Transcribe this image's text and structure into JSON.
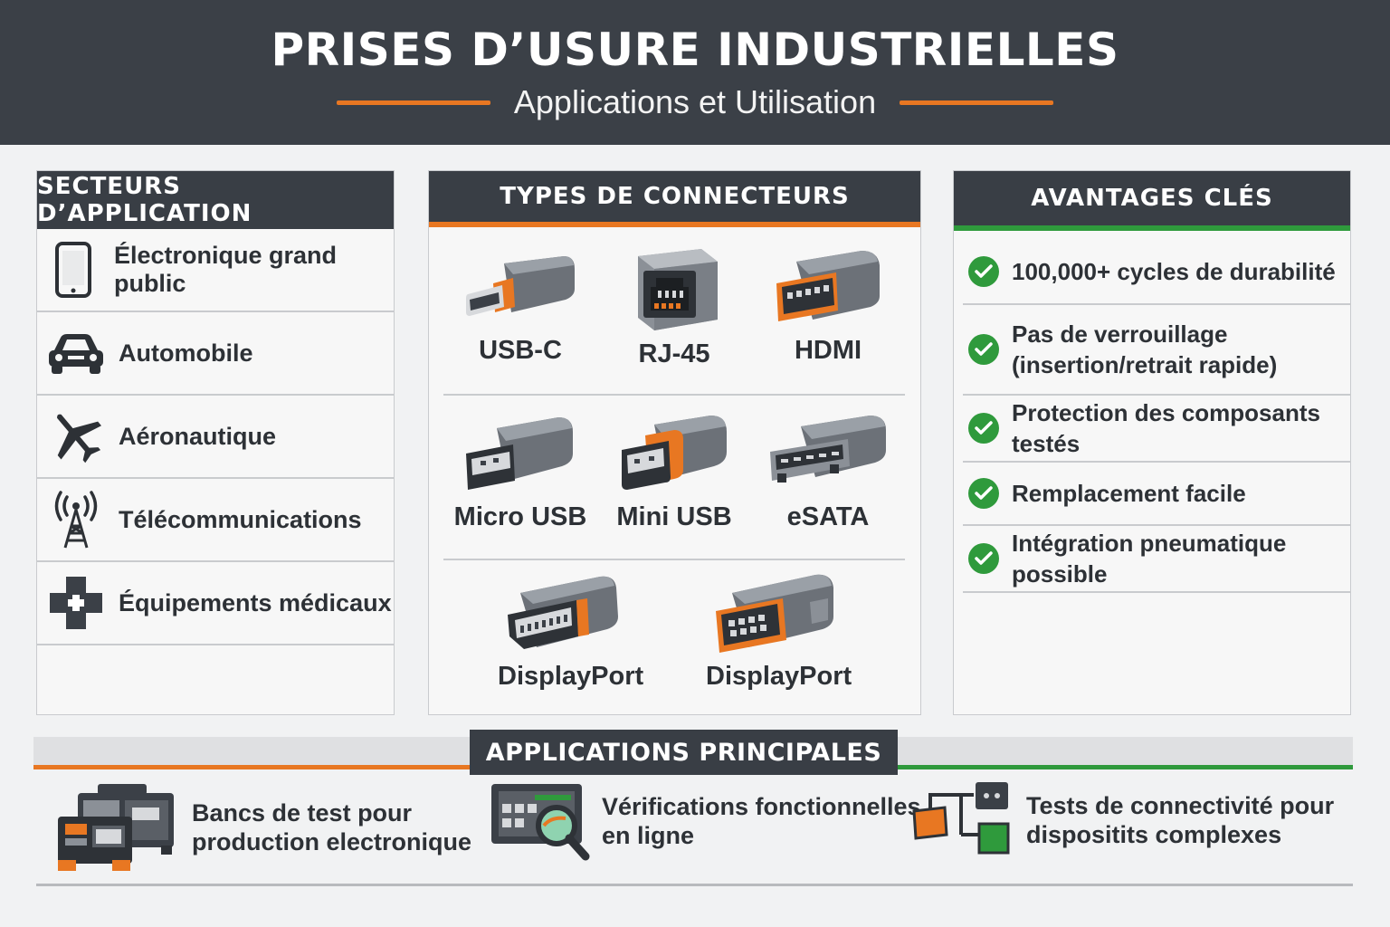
{
  "header": {
    "title": "PRISES D’USURE INDUSTRIELLES",
    "subtitle": "Applications et Utilisation"
  },
  "sectors": {
    "title": "SECTEURS D’APPLICATION",
    "items": [
      {
        "label": "Électronique grand public",
        "icon": "smartphone-icon"
      },
      {
        "label": "Automobile",
        "icon": "car-icon"
      },
      {
        "label": "Aéronautique",
        "icon": "airplane-icon"
      },
      {
        "label": "Télécommunications",
        "icon": "antenna-tower-icon"
      },
      {
        "label": "Équipements médicaux",
        "icon": "medical-cross-icon"
      }
    ]
  },
  "connectors": {
    "title": "TYPES DE CONNECTEURS",
    "items": [
      {
        "label": "USB-C",
        "icon": "usb-c-connector-icon"
      },
      {
        "label": "RJ-45",
        "icon": "rj45-connector-icon"
      },
      {
        "label": "HDMI",
        "icon": "hdmi-connector-icon"
      },
      {
        "label": "Micro USB",
        "icon": "micro-usb-connector-icon"
      },
      {
        "label": "Mini USB",
        "icon": "mini-usb-connector-icon"
      },
      {
        "label": "eSATA",
        "icon": "esata-connector-icon"
      },
      {
        "label": "DisplayPort",
        "icon": "displayport-connector-icon"
      },
      {
        "label": "DisplayPort",
        "icon": "displayport-connector-icon"
      }
    ]
  },
  "advantages": {
    "title": "AVANTAGES CLÉS",
    "items": [
      {
        "line1": "100,000+ cycles de durabilité",
        "line2": ""
      },
      {
        "line1": "Pas de verrouillage",
        "line2": "(insertion/retrait rapide)"
      },
      {
        "line1": "Protection des composants testés",
        "line2": ""
      },
      {
        "line1": "Remplacement facile",
        "line2": ""
      },
      {
        "line1": "Intégration pneumatique possible",
        "line2": ""
      }
    ]
  },
  "applications": {
    "title": "APPLICATIONS PRINCIPALES",
    "items": [
      {
        "line1": "Bancs de test pour",
        "line2": "production electronique",
        "icon": "test-bench-icon"
      },
      {
        "line1": "Vérifications fonctionnelles",
        "line2": "en ligne",
        "icon": "inspection-magnifier-icon"
      },
      {
        "line1": "Tests de connectivité pour",
        "line2": "dispositits complexes",
        "icon": "network-nodes-icon"
      }
    ]
  },
  "colors": {
    "header_bg": "#3b4047",
    "accent_orange": "#e87722",
    "accent_green": "#2f9a3c",
    "panel_head_bg": "#393e45"
  }
}
